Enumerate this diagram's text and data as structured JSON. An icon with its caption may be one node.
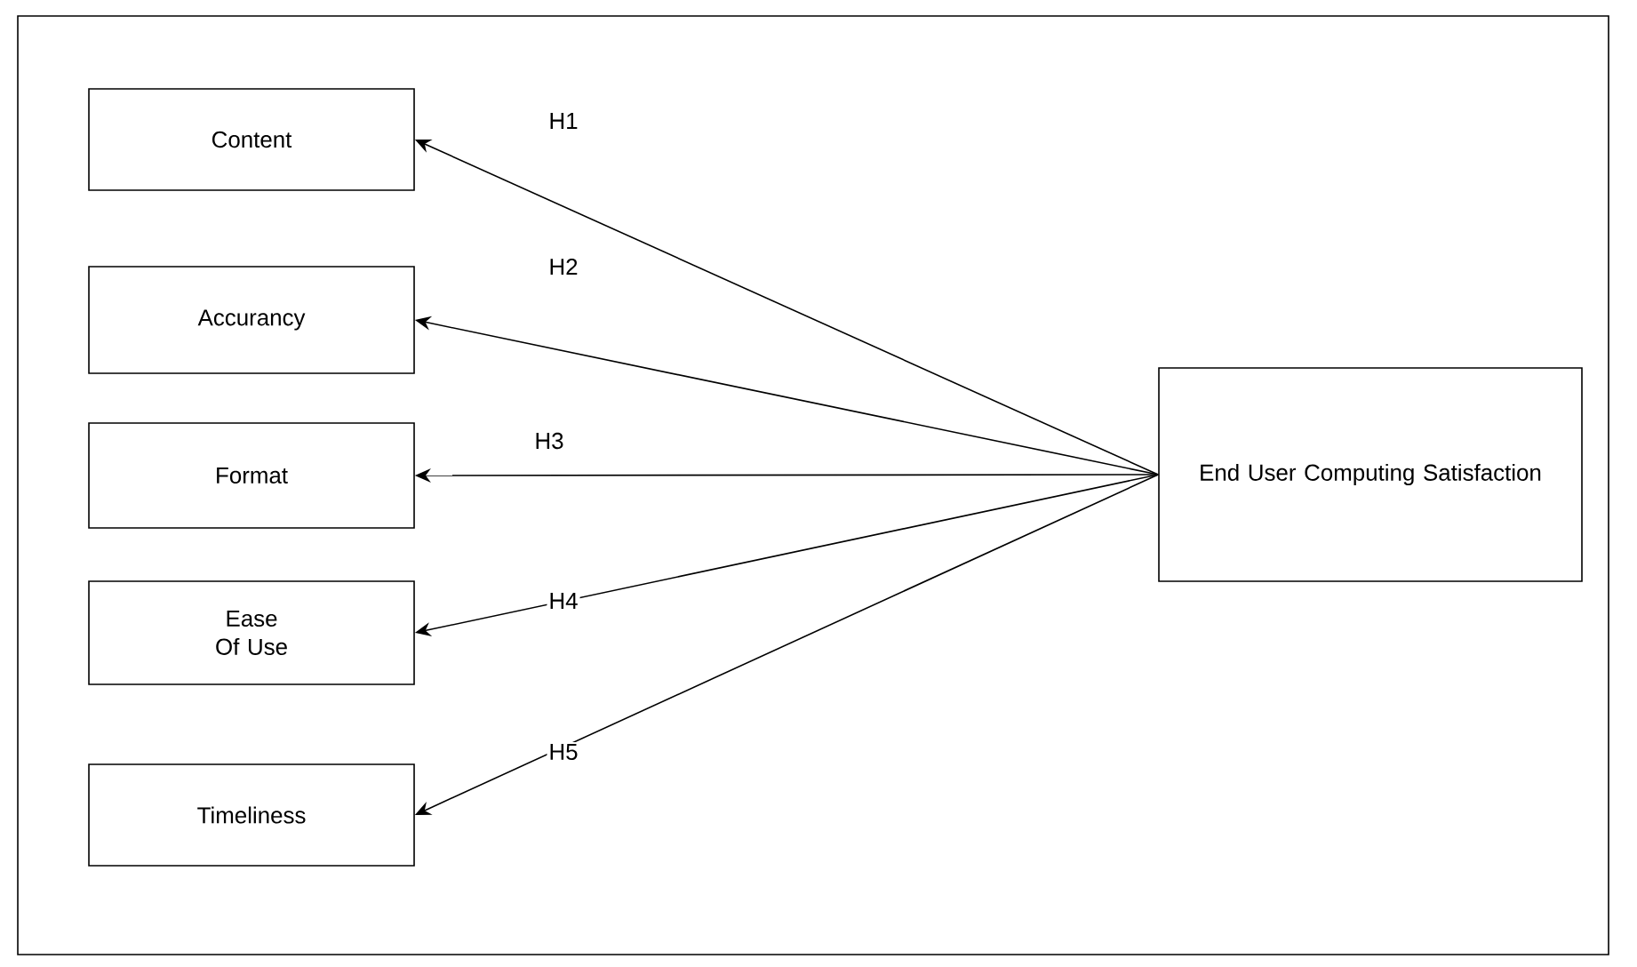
{
  "diagram": {
    "nodes": [
      {
        "text": [
          "Content"
        ]
      },
      {
        "text": [
          "Accurancy"
        ]
      },
      {
        "text": [
          "Format"
        ]
      },
      {
        "text": [
          "Ease Of Use"
        ]
      },
      {
        "text": [
          "Timeliness"
        ]
      },
      {
        "text": [
          "End User Computing Satisfaction"
        ]
      }
    ],
    "edges": [
      {
        "from": 5,
        "to": 0,
        "arrow": "to",
        "label": "H1"
      },
      {
        "from": 5,
        "to": 1,
        "arrow": "to",
        "label": "H2"
      },
      {
        "from": 5,
        "to": 2,
        "arrow": "to",
        "label": "H3"
      },
      {
        "from": 5,
        "to": 3,
        "arrow": "to",
        "label": "H4"
      },
      {
        "from": 5,
        "to": 4,
        "arrow": "to",
        "label": "H5"
      }
    ]
  }
}
